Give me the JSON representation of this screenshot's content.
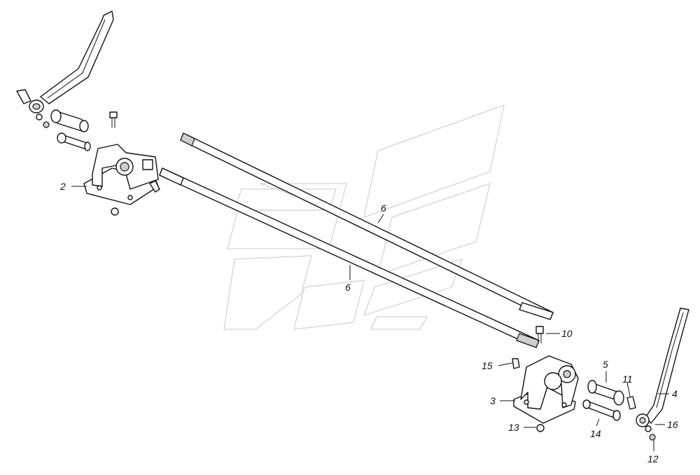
{
  "diagram": {
    "callouts": [
      {
        "id": "c2",
        "label": "2"
      },
      {
        "id": "c6a",
        "label": "6"
      },
      {
        "id": "c6b",
        "label": "6"
      },
      {
        "id": "c10",
        "label": "10"
      },
      {
        "id": "c15",
        "label": "15"
      },
      {
        "id": "c5",
        "label": "5"
      },
      {
        "id": "c11",
        "label": "11"
      },
      {
        "id": "c4",
        "label": "4"
      },
      {
        "id": "c3",
        "label": "3"
      },
      {
        "id": "c16",
        "label": "16"
      },
      {
        "id": "c13",
        "label": "13"
      },
      {
        "id": "c14",
        "label": "14"
      },
      {
        "id": "c12",
        "label": "12"
      }
    ]
  }
}
